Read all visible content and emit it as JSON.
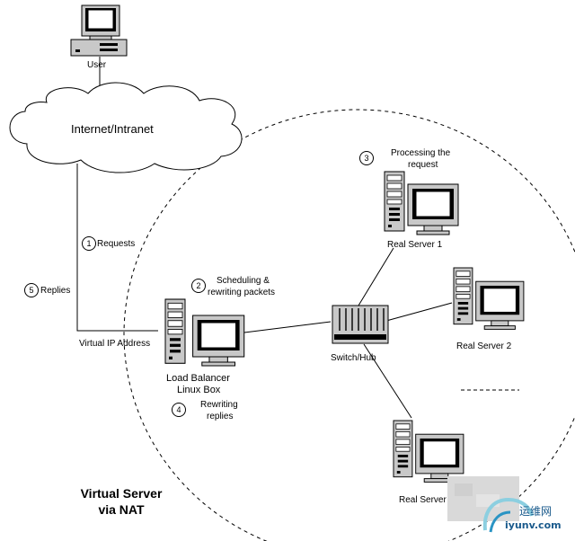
{
  "cloud_label": "Internet/Intranet",
  "nodes": {
    "user": "User",
    "real_server_1": "Real Server 1",
    "real_server_2": "Real Server 2",
    "real_server_n": "Real Server",
    "switch_hub": "Switch/Hub",
    "load_balancer_line1": "Load Balancer",
    "load_balancer_line2": "Linux Box",
    "virtual_ip": "Virtual IP Address"
  },
  "steps": [
    {
      "number": "1",
      "text_line1": "Requests",
      "text_line2": ""
    },
    {
      "number": "2",
      "text_line1": "Scheduling &",
      "text_line2": "rewriting packets"
    },
    {
      "number": "3",
      "text_line1": "Processing the",
      "text_line2": "request"
    },
    {
      "number": "4",
      "text_line1": "Rewriting",
      "text_line2": "replies"
    },
    {
      "number": "5",
      "text_line1": "Replies",
      "text_line2": ""
    }
  ],
  "title_line1": "Virtual Server",
  "title_line2": "via NAT",
  "watermark": {
    "cn": "运维网",
    "url": "iyunv.com"
  },
  "colors": {
    "line": "#000000",
    "screen": "#ffffff",
    "device": "#c8c8c8"
  }
}
